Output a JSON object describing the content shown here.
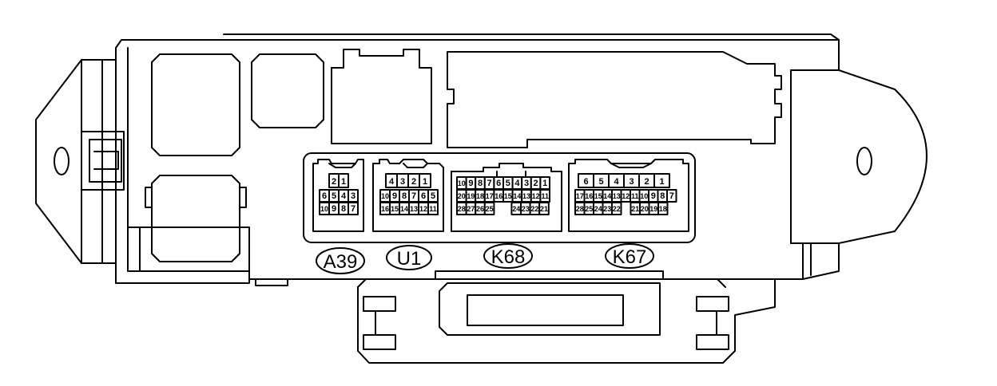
{
  "connectors": [
    {
      "id": "a39",
      "label": "A39",
      "rows": [
        [
          "2",
          "1"
        ],
        [
          "6",
          "5",
          "4",
          "3"
        ],
        [
          "10",
          "9",
          "8",
          "7"
        ]
      ]
    },
    {
      "id": "u1",
      "label": "U1",
      "rows": [
        [
          "4",
          "3",
          "2",
          "1"
        ],
        [
          "10",
          "9",
          "8",
          "7",
          "6",
          "5"
        ],
        [
          "16",
          "15",
          "14",
          "13",
          "12",
          "11"
        ]
      ]
    },
    {
      "id": "k68",
      "label": "K68",
      "rows": [
        [
          "10",
          "9",
          "8",
          "7",
          "6",
          "5",
          "4",
          "3",
          "2",
          "1"
        ],
        [
          "20",
          "19",
          "18",
          "17",
          "16",
          "15",
          "14",
          "13",
          "12",
          "11"
        ],
        [
          "28",
          "27",
          "26",
          "25",
          "24",
          "23",
          "22",
          "21"
        ]
      ]
    },
    {
      "id": "k67",
      "label": "K67",
      "rows": [
        [
          "6",
          "5",
          "4",
          "3",
          "2",
          "1"
        ],
        [
          "17",
          "16",
          "15",
          "14",
          "13",
          "12",
          "11",
          "10",
          "9",
          "8",
          "7"
        ],
        [
          "28",
          "25",
          "24",
          "23",
          "22",
          "21",
          "20",
          "19",
          "18"
        ]
      ]
    }
  ]
}
